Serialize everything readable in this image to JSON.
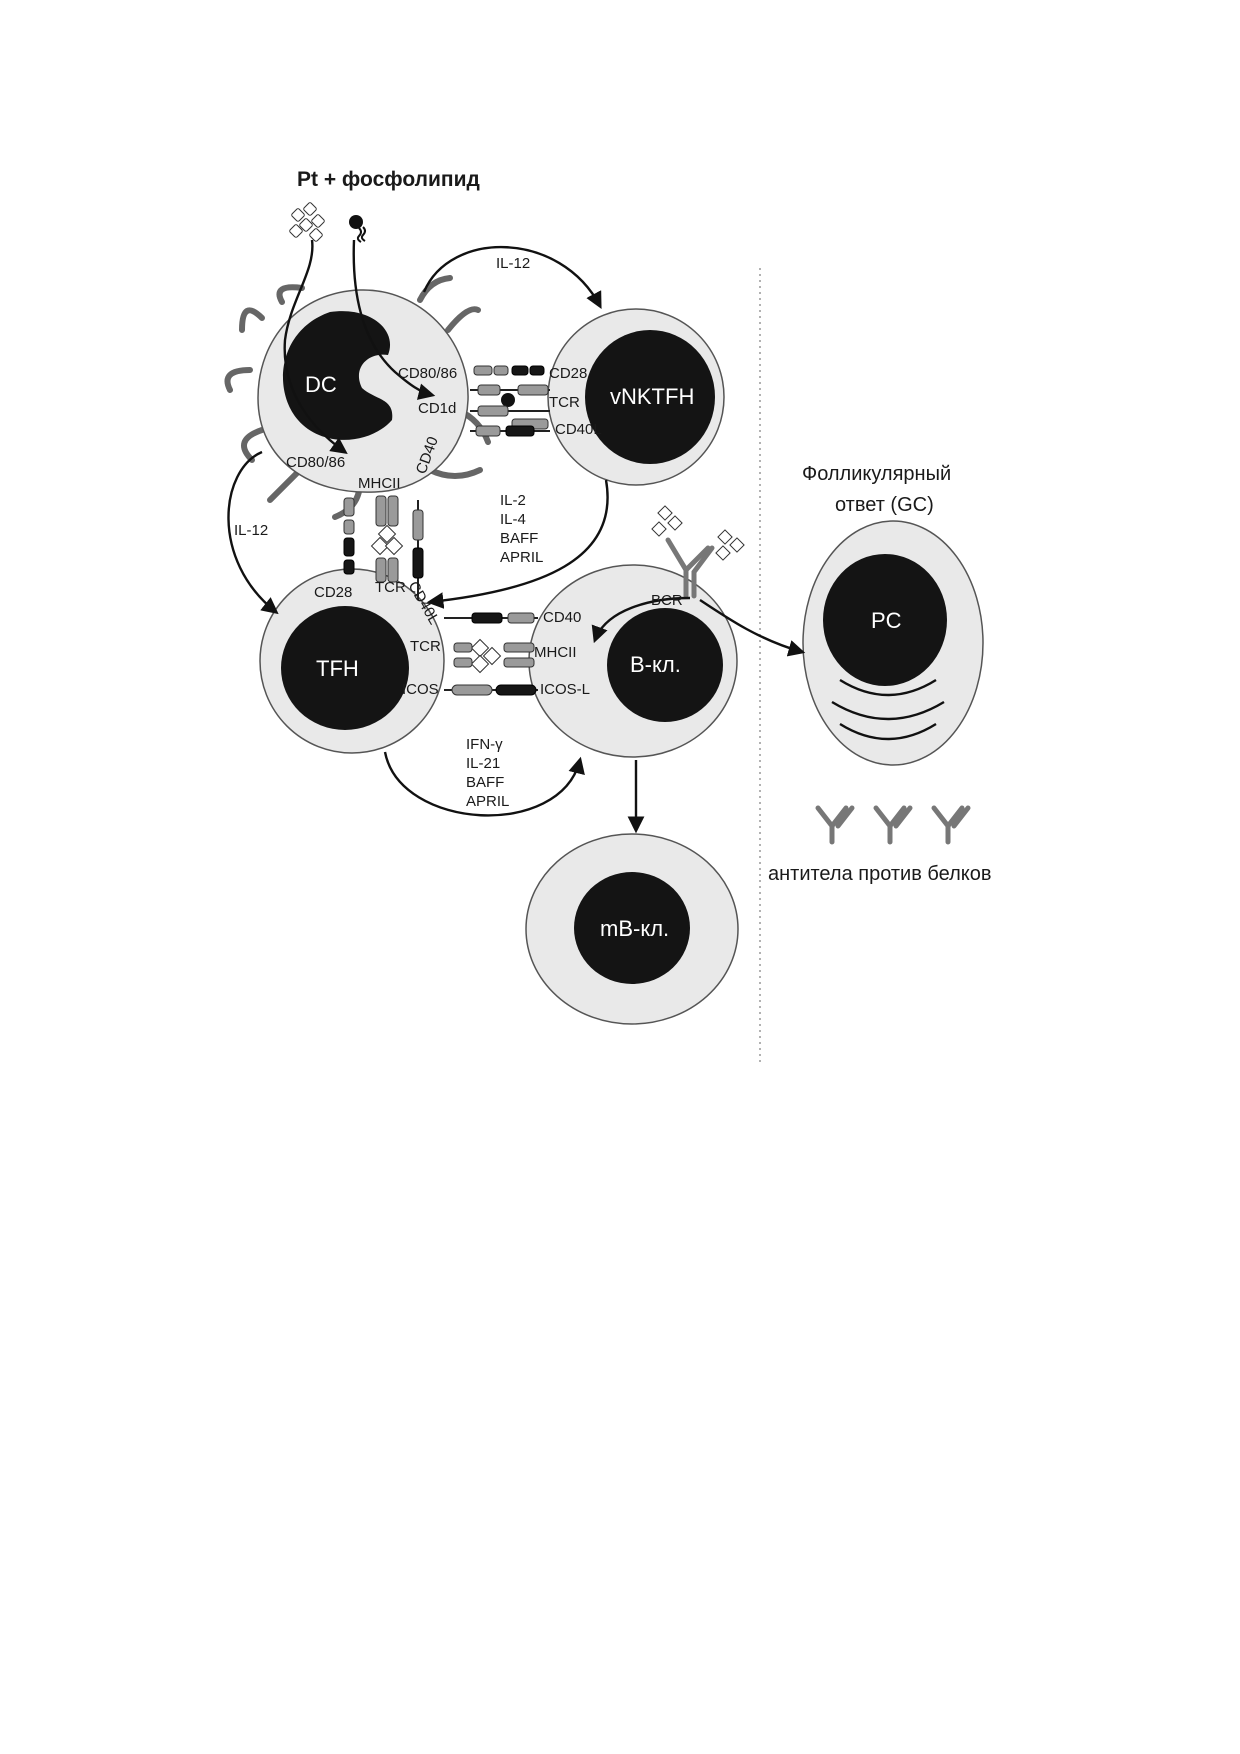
{
  "title": "Pt + фосфолипид",
  "cells": {
    "dc": "DC",
    "vnktfh": "vNKTFH",
    "tfh": "TFH",
    "bcell": "B-кл.",
    "mbcell": "mB-кл.",
    "pc": "PC"
  },
  "receptors": {
    "dc_cd8086_top": "CD80/86",
    "dc_cd1d": "CD1d",
    "dc_cd40": "CD40",
    "dc_cd8086_bottom": "CD80/86",
    "dc_mhcii": "MHCII",
    "nkt_cd28": "CD28",
    "nkt_tcr": "TCR",
    "nkt_cd40l": "CD40L",
    "tfh_cd28": "CD28",
    "tfh_tcr_top": "TCR",
    "tfh_cd40l": "CD40L",
    "tfh_tcr": "TCR",
    "tfh_icos": "ICOS",
    "b_cd40": "CD40",
    "b_mhcii": "MHCII",
    "b_icosl": "ICOS-L",
    "b_bcr": "BCR"
  },
  "cytokines": {
    "il12_top": "IL-12",
    "il12_left": "IL-12",
    "nkt_to_tfh": [
      "IL-2",
      "IL-4",
      "BAFF",
      "APRIL"
    ],
    "tfh_to_b": [
      "IFN-γ",
      "IL-21",
      "BAFF",
      "APRIL"
    ]
  },
  "side_panel": {
    "heading_line1": "Фолликулярный",
    "heading_line2": "ответ (GC)",
    "antibodies_caption": "антитела против белков"
  },
  "colors": {
    "cytoplasm": "#e9e9e9",
    "nucleus": "#141414",
    "receptor_gray": "#9a9a9a",
    "receptor_dark": "#161616",
    "divider": "#999999"
  },
  "icons": [
    "protein-antigen-icon",
    "phospholipid-icon",
    "antibody-icon"
  ]
}
